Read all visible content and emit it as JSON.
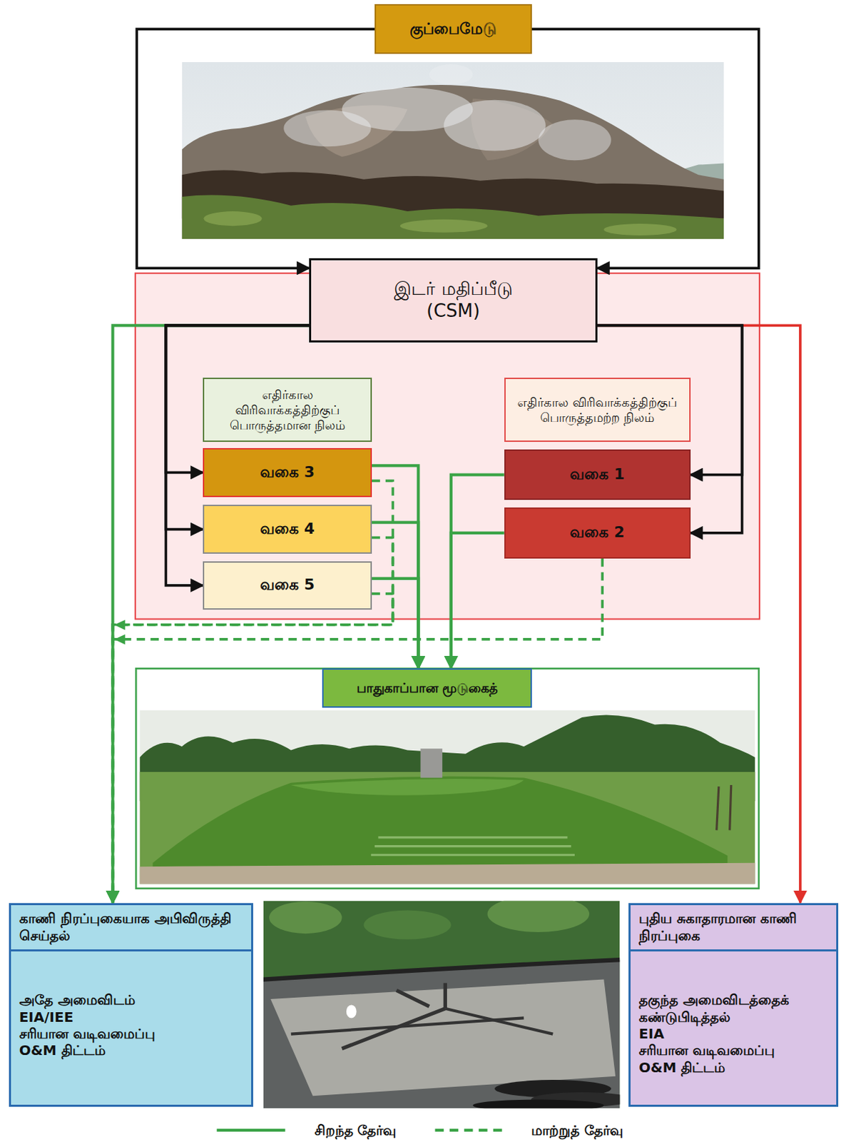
{
  "diagram": {
    "nodes": [
      {
        "text": [
          "குப்பைமேடு"
        ]
      },
      {
        "text": [
          "இடர் மதிப்பீடு (CSM)"
        ]
      },
      {
        "text": [
          "எதிர்கால விரிவாக்கத்திற்குப் பொருத்தமான நிலம்"
        ]
      },
      {
        "text": [
          "வகை 3"
        ]
      },
      {
        "text": [
          "வகை 4"
        ]
      },
      {
        "text": [
          "வகை 5"
        ]
      },
      {
        "text": [
          "எதிர்கால விரிவாக்கத்திற்குப் பொருத்தமற்ற நிலம்"
        ]
      },
      {
        "text": [
          "வகை 1"
        ]
      },
      {
        "text": [
          "வகை 2"
        ]
      },
      {
        "text": [
          "பாதுகாப்பான மூடுகைத்"
        ]
      },
      {
        "text": [
          "காணி நிரப்புகையாக அபிவிருத்தி செய்தல்",
          "அதே அமைவிடம்",
          "EIA/IEE",
          "சரியான வடிவமைப்பு",
          "O&M திட்டம்"
        ]
      },
      {
        "text": [
          "புதிய சுகாதாரமான காணி நிரப்புகை",
          "தகுந்த அமைவிடத்தைக் கண்டுபிடித்தல்",
          "EIA",
          "சரியான வடிவமைப்பு",
          "O&M திட்டம்"
        ]
      }
    ],
    "edges": [
      {
        "from": 0,
        "to": 1,
        "arrow": "to"
      },
      {
        "from": 0,
        "to": 1,
        "arrow": "to"
      },
      {
        "from": 1,
        "to": 10,
        "arrow": "to"
      },
      {
        "from": 1,
        "to": 11,
        "arrow": "to"
      },
      {
        "from": 1,
        "to": 3,
        "arrow": "to"
      },
      {
        "from": 1,
        "to": 4,
        "arrow": "to"
      },
      {
        "from": 1,
        "to": 5,
        "arrow": "to"
      },
      {
        "from": 1,
        "to": 7,
        "arrow": "to"
      },
      {
        "from": 1,
        "to": 8,
        "arrow": "to"
      },
      {
        "from": 3,
        "to": 9,
        "arrow": "to"
      },
      {
        "from": 4,
        "to": 9,
        "arrow": "to"
      },
      {
        "from": 5,
        "to": 9,
        "arrow": "to"
      },
      {
        "from": 7,
        "to": 9,
        "arrow": "to"
      },
      {
        "from": 8,
        "to": 9,
        "arrow": "to"
      },
      {
        "from": 3,
        "to": 10,
        "arrow": "to"
      },
      {
        "from": 4,
        "to": 10,
        "arrow": "to"
      },
      {
        "from": 5,
        "to": 10,
        "arrow": "to"
      },
      {
        "from": 8,
        "to": 10,
        "arrow": "to"
      }
    ],
    "legend": [
      {
        "text": "சிறந்த தேர்வு"
      },
      {
        "text": "மாற்றுத் தேர்வு"
      }
    ]
  }
}
